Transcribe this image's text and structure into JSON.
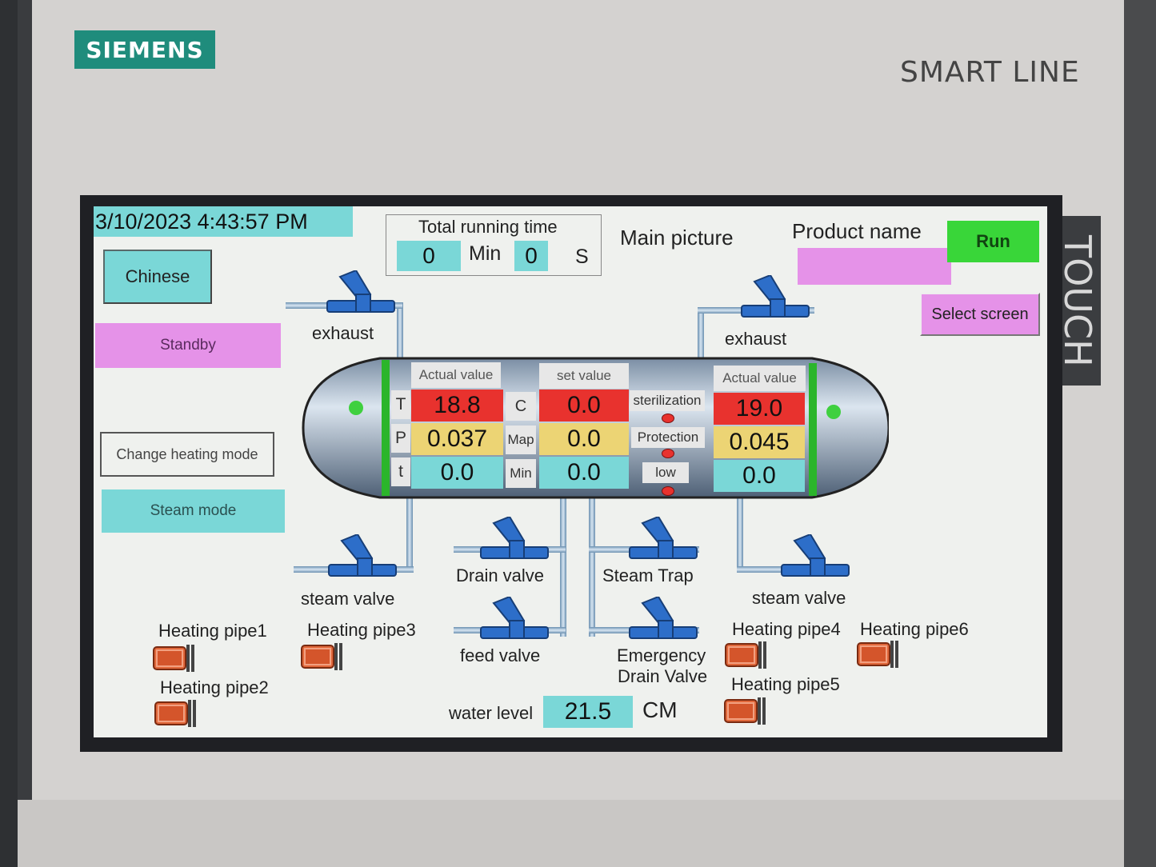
{
  "device": {
    "brand": "SIEMENS",
    "model": "SMART LINE",
    "touch_label": "TOUCH"
  },
  "header": {
    "datetime": "3/10/2023 4:43:57 PM",
    "runtime_title": "Total running time",
    "runtime_min": "0",
    "runtime_min_unit": "Min",
    "runtime_sec": "0",
    "runtime_sec_unit": "S",
    "page_title": "Main picture",
    "product_label": "Product name",
    "product_value": "",
    "run_label": "Run",
    "select_screen_label": "Select screen"
  },
  "left_panel": {
    "chinese_label": "Chinese",
    "standby_label": "Standby",
    "change_mode_label": "Change heating mode",
    "steam_mode_label": "Steam mode"
  },
  "valves": {
    "exhaust_left": "exhaust",
    "exhaust_right": "exhaust",
    "steam_left": "steam valve",
    "steam_right": "steam valve",
    "drain": "Drain valve",
    "steam_trap": "Steam Trap",
    "feed": "feed valve",
    "emergency_1": "Emergency",
    "emergency_2": "Drain Valve"
  },
  "readings": {
    "actual_left_header": "Actual value",
    "set_header": "set value",
    "actual_right_header": "Actual value",
    "row_labels": [
      "T",
      "P",
      "t"
    ],
    "unit_labels": [
      "C",
      "Map",
      "Min"
    ],
    "actual_left": [
      "18.8",
      "0.037",
      "0.0"
    ],
    "set_values": [
      "0.0",
      "0.0",
      "0.0"
    ],
    "actual_right": [
      "19.0",
      "0.045",
      "0.0"
    ],
    "status_labels": [
      "sterilization",
      "Protection",
      "low"
    ]
  },
  "heaters": [
    "Heating pipe1",
    "Heating pipe2",
    "Heating pipe3",
    "Heating pipe4",
    "Heating pipe5",
    "Heating pipe6"
  ],
  "water": {
    "label": "water level",
    "value": "21.5",
    "unit": "CM"
  },
  "colors": {
    "cyan": "#7ad7d7",
    "magenta": "#e592e8",
    "run_green": "#39d639",
    "alarm_red": "#e8322e",
    "yellow": "#ecd474"
  }
}
